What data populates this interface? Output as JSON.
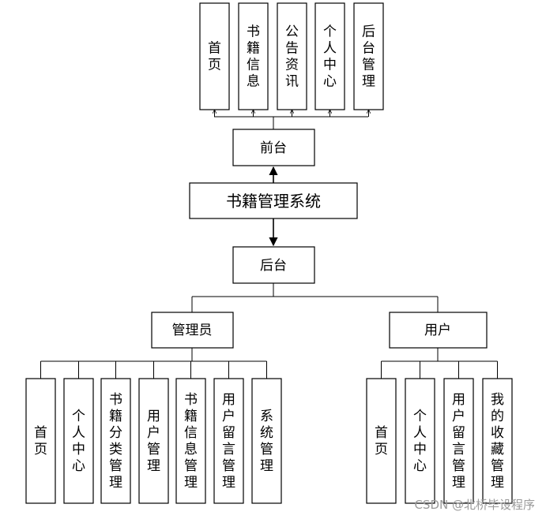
{
  "root": {
    "label": "书籍管理系统"
  },
  "frontend": {
    "label": "前台",
    "children": [
      "首页",
      "书籍信息",
      "公告资讯",
      "个人中心",
      "后台管理"
    ]
  },
  "backend": {
    "label": "后台",
    "roles": [
      {
        "label": "管理员",
        "children": [
          "首页",
          "个人中心",
          "书籍分类管理",
          "用户管理",
          "书籍信息管理",
          "用户留言管理",
          "系统管理"
        ]
      },
      {
        "label": "用户",
        "children": [
          "首页",
          "个人中心",
          "用户留言管理",
          "我的收藏管理"
        ]
      }
    ]
  },
  "watermark": "CSDN @北桥毕设程序"
}
